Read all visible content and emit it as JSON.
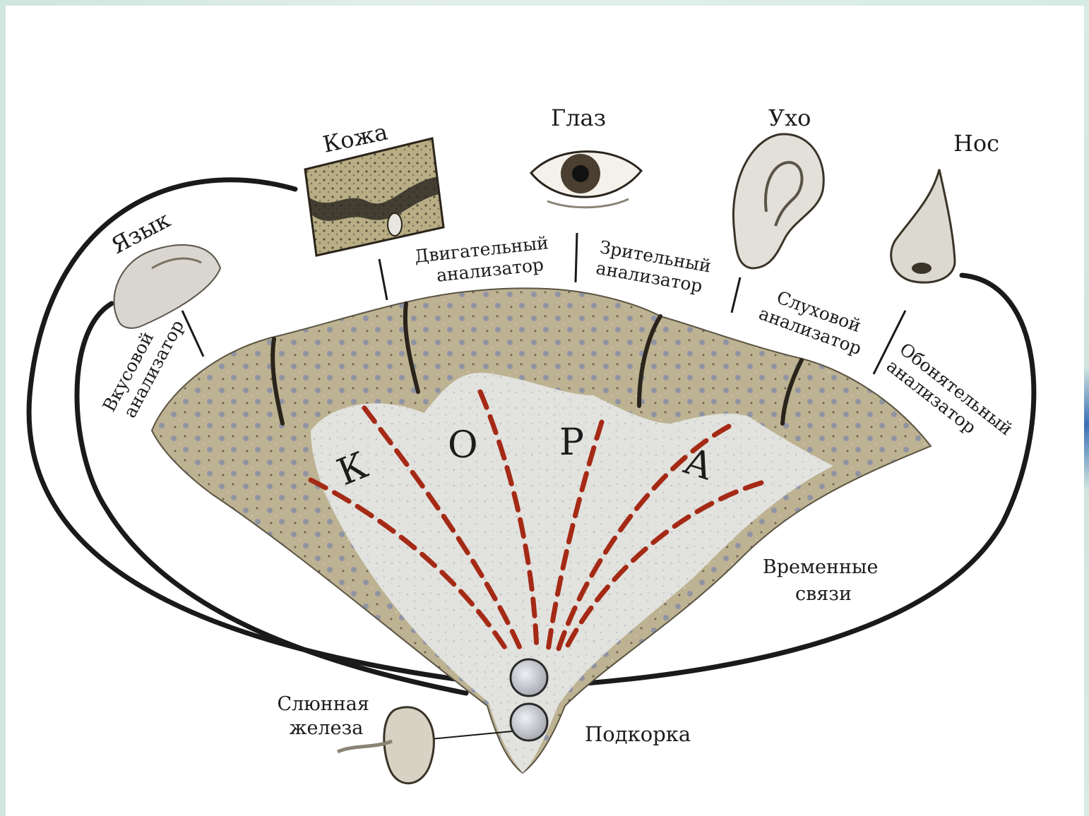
{
  "organs": {
    "tongue": "Язык",
    "skin": "Кожа",
    "eye": "Глаз",
    "ear": "Ухо",
    "nose": "Нос",
    "salivary_gland": [
      "Слюнная",
      "железа"
    ]
  },
  "analyzers": {
    "taste": [
      "Вкусовой",
      "анализатор"
    ],
    "motor": [
      "Двигательный",
      "анализатор"
    ],
    "visual": [
      "Зрительный",
      "анализатор"
    ],
    "auditory": [
      "Слуховой",
      "анализатор"
    ],
    "olfactory": [
      "Обонятельный",
      "анализатор"
    ]
  },
  "cortex_letters": [
    "К",
    "О",
    "Р",
    "А"
  ],
  "temporary_connections": [
    "Временные",
    "связи"
  ],
  "subcortex": "Подкорка",
  "colors": {
    "cortex_fill": "#b9ad8c",
    "white_matter": "#e6e6e2",
    "pathways": "#a52a16",
    "outline": "#1a1a1a"
  }
}
